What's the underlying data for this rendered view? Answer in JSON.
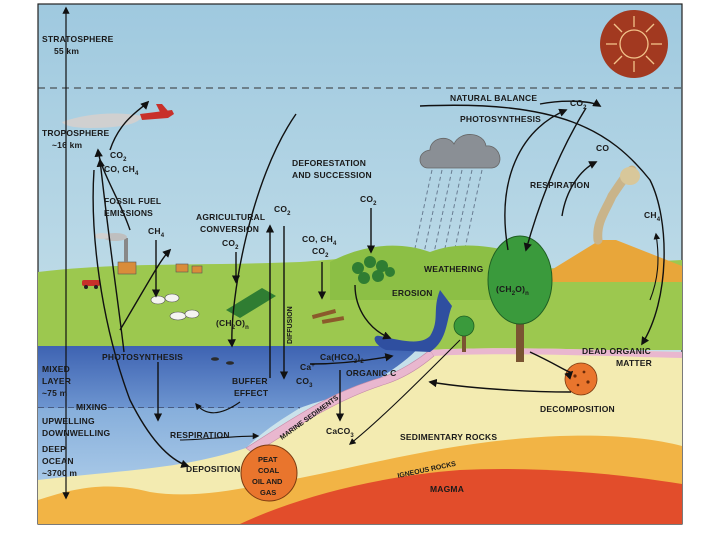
{
  "labels": {
    "stratosphere": "STRATOSPHERE",
    "strat_height": "55 km",
    "troposphere": "TROPOSPHERE",
    "trop_height": "~16 km",
    "natural_balance": "NATURAL BALANCE",
    "co2_top": "CO",
    "co2_top_sub": "2",
    "photosynthesis_top": "PHOTOSYNTHESIS",
    "co_right": "CO",
    "respiration_right": "RESPIRATION",
    "ch4_right": "CH",
    "ch4_right_sub": "4",
    "deforestation": "DEFORESTATION",
    "and_succession": "AND SUCCESSION",
    "co2_defor": "CO",
    "co2_plane": "CO",
    "co_ch4_plane": "CO, CH",
    "fossil_fuel": "FOSSIL FUEL",
    "emissions": "EMISSIONS",
    "agricultural": "AGRICULTURAL",
    "conversion": "CONVERSION",
    "co2_agri": "CO",
    "ch4_agri": "CH",
    "co2_diffusion": "CO",
    "co_ch4_mid": "CO, CH",
    "co2_mid": "CO",
    "diffusion": "DIFFUSION",
    "weathering": "WEATHERING",
    "erosion": "EROSION",
    "ch2o_n_tree": "(CH",
    "ch2o_n_field": "(CH",
    "dead_organic": "DEAD ORGANIC",
    "matter": "MATTER",
    "photosynthesis_ocean": "PHOTOSYNTHESIS",
    "mixed_layer": "MIXED",
    "mixed_layer2": "LAYER",
    "mixed_depth": "~75 m",
    "mixing": "MIXING",
    "upwelling": "UPWELLING",
    "downwelling": "DOWNWELLING",
    "deep_ocean": "DEEP",
    "deep_ocean2": "OCEAN",
    "deep_depth": "~3700 m",
    "buffer": "BUFFER",
    "effect": "EFFECT",
    "respiration_ocean": "RESPIRATION",
    "deposition": "DEPOSITION",
    "ca_hco3": "Ca(HCO",
    "ca": "Ca",
    "co3": "CO",
    "organic_c": "ORGANIC C",
    "caco3": "CaCO",
    "marine_sediments": "MARINE SEDIMENTS",
    "peat": "PEAT",
    "coal": "COAL",
    "oil_and": "OIL AND",
    "gas": "GAS",
    "sedimentary": "SEDIMENTARY ROCKS",
    "igneous": "IGNEOUS ROCKS",
    "magma": "MAGMA",
    "decomposition": "DECOMPOSITION"
  },
  "colors": {
    "sky": "#c5dfe9",
    "stratosphere": "#a9cde0",
    "grass": "#9cc84f",
    "ocean_mixed": "#4a6fb9",
    "ocean_deep": "#8fb6dc",
    "sediment": "#f3ebb1",
    "igneous": "#f2b445",
    "magma": "#e24d2b",
    "sun": "#a23920",
    "peat": "#e9752d"
  }
}
